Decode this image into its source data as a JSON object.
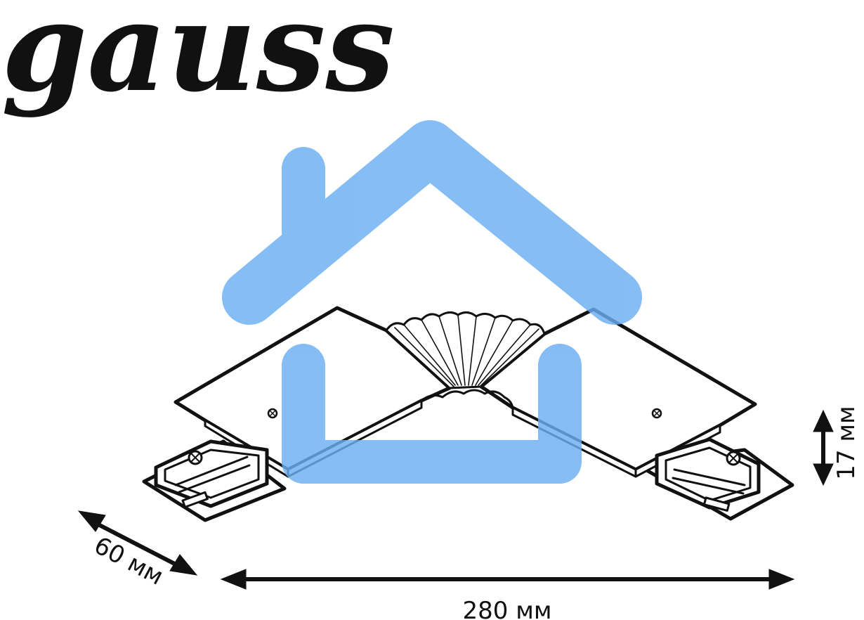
{
  "brand": {
    "logo_text": "gauss"
  },
  "product": {
    "watermark_icon": "house-icon",
    "watermark_color": "#6aaef2",
    "line_color": "#111111"
  },
  "dimensions": {
    "depth_label": "60 мм",
    "length_label": "280 мм",
    "height_label": "17 мм"
  }
}
